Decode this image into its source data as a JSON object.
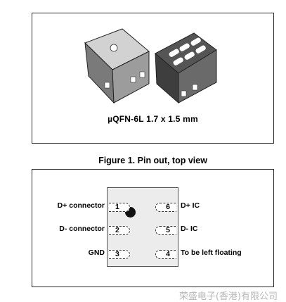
{
  "package_caption": "µQFN-6L 1.7 x 1.5 mm",
  "figure_title": "Figure 1. Pin out, top view",
  "pins": [
    {
      "number": "1",
      "label": "D+ connector",
      "side": "left"
    },
    {
      "number": "2",
      "label": "D- connector",
      "side": "left"
    },
    {
      "number": "3",
      "label": "GND",
      "side": "left"
    },
    {
      "number": "6",
      "label": "D+ IC",
      "side": "right"
    },
    {
      "number": "5",
      "label": "D- IC",
      "side": "right"
    },
    {
      "number": "4",
      "label": "To be left floating",
      "side": "right"
    }
  ],
  "watermark": "荣盛电子(香港)有限公司"
}
